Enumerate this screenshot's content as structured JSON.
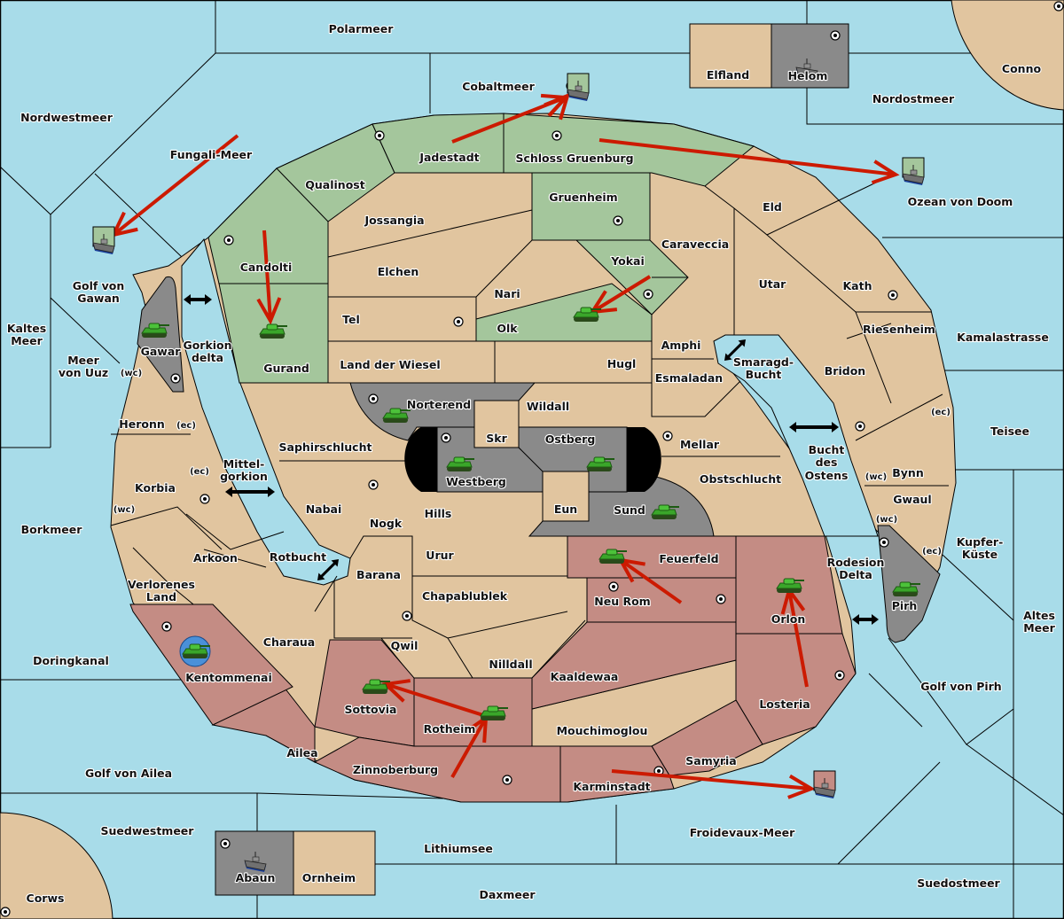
{
  "title": "Diplomacy variant map",
  "colors": {
    "sea": "#a8dce9",
    "neutral": "#e1c59f",
    "green_power": "#a4c69c",
    "red_power": "#c48c84",
    "gray_power": "#8a8a8a",
    "order_arrow": "#cc1a00",
    "dislodged_marker": "#4a90d9"
  },
  "seas": [
    {
      "name": "Polarmeer"
    },
    {
      "name": "Cobaltmeer"
    },
    {
      "name": "Nordwestmeer"
    },
    {
      "name": "Fungali-Meer"
    },
    {
      "name": "Nordostmeer"
    },
    {
      "name": "Ozean von Doom"
    },
    {
      "name": "Golf von Gawan"
    },
    {
      "name": "Kaltes Meer"
    },
    {
      "name": "Meer von Uuz"
    },
    {
      "name": "Gorkion delta"
    },
    {
      "name": "Mittel-gorkion"
    },
    {
      "name": "Borkmeer"
    },
    {
      "name": "Rotbucht"
    },
    {
      "name": "Doringkanal"
    },
    {
      "name": "Golf von Ailea"
    },
    {
      "name": "Suedwestmeer"
    },
    {
      "name": "Lithiumsee"
    },
    {
      "name": "Daxmeer"
    },
    {
      "name": "Froidevaux-Meer"
    },
    {
      "name": "Suedostmeer"
    },
    {
      "name": "Golf von Pirh"
    },
    {
      "name": "Altes Meer"
    },
    {
      "name": "Kupfer-Küste"
    },
    {
      "name": "Rodesion Delta"
    },
    {
      "name": "Teisee"
    },
    {
      "name": "Kamalastrasse"
    },
    {
      "name": "Bucht des Ostens"
    },
    {
      "name": "Smaragd-Bucht"
    }
  ],
  "labels": {
    "polarmeer": "Polarmeer",
    "cobaltmeer": "Cobaltmeer",
    "nordwestmeer": "Nordwestmeer",
    "fungali": "Fungali-Meer",
    "nordostmeer": "Nordostmeer",
    "ozean": "Ozean von Doom",
    "gawan1": "Golf von",
    "gawan2": "Gawan",
    "kaltes1": "Kaltes",
    "kaltes2": "Meer",
    "uuz1": "Meer",
    "uuz2": "von Uuz",
    "gorkion1": "Gorkion",
    "gorkion2": "delta",
    "mittel1": "Mittel-",
    "mittel2": "gorkion",
    "borkmeer": "Borkmeer",
    "rotbucht": "Rotbucht",
    "doringkanal": "Doringkanal",
    "ailea_golf": "Golf von Ailea",
    "suedwestmeer": "Suedwestmeer",
    "lithiumsee": "Lithiumsee",
    "daxmeer": "Daxmeer",
    "froidevaux": "Froidevaux-Meer",
    "suedostmeer": "Suedostmeer",
    "golf_pirh": "Golf von Pirh",
    "altes1": "Altes",
    "altes2": "Meer",
    "kupfer1": "Kupfer-",
    "kupfer2": "Küste",
    "rodesion1": "Rodesion",
    "rodesion2": "Delta",
    "teisee": "Teisee",
    "kamala": "Kamalastrasse",
    "bucht1": "Bucht",
    "bucht2": "des",
    "bucht3": "Ostens",
    "smaragd1": "Smaragd-",
    "smaragd2": "Bucht",
    "elfland": "Elfland",
    "helom": "Helom",
    "conno": "Conno",
    "corws": "Corws",
    "abaun": "Abaun",
    "ornheim": "Ornheim",
    "jadestadt": "Jadestadt",
    "schloss": "Schloss Gruenburg",
    "qualinost": "Qualinost",
    "candolti": "Candolti",
    "gurand": "Gurand",
    "gruenheim": "Gruenheim",
    "yokai": "Yokai",
    "olk": "Olk",
    "jossangia": "Jossangia",
    "elchen": "Elchen",
    "tel": "Tel",
    "nari": "Nari",
    "caraveccia": "Caraveccia",
    "eld": "Eld",
    "utar": "Utar",
    "kath": "Kath",
    "riesenheim": "Riesenheim",
    "bridon": "Bridon",
    "amphi": "Amphi",
    "esmaladan": "Esmaladan",
    "hugl": "Hugl",
    "wiesel": "Land der Wiesel",
    "norterend": "Norterend",
    "wildall": "Wildall",
    "skr": "Skr",
    "ostberg": "Ostberg",
    "westberg": "Westberg",
    "eun": "Eun",
    "sund": "Sund",
    "mellar": "Mellar",
    "obstschlucht": "Obstschlucht",
    "saphirschlucht": "Saphirschlucht",
    "nabai": "Nabai",
    "nogk": "Nogk",
    "hills": "Hills",
    "barana": "Barana",
    "urur": "Urur",
    "chapablublek": "Chapablublek",
    "qwil": "Qwil",
    "nilldall": "Nilldall",
    "feuerfeld": "Feuerfeld",
    "neurom": "Neu Rom",
    "orlon": "Orlon",
    "losteria": "Losteria",
    "kaaldewaa": "Kaaldewaa",
    "mouchimoglou": "Mouchimoglou",
    "samyria": "Samyria",
    "karminstadt": "Karminstadt",
    "rotheim": "Rotheim",
    "sottovia": "Sottovia",
    "zinnoberburg": "Zinnoberburg",
    "ailea": "Ailea",
    "kentommenai": "Kentommenai",
    "charaua": "Charaua",
    "verlorenes1": "Verlorenes",
    "verlorenes2": "Land",
    "arkoon": "Arkoon",
    "korbia": "Korbia",
    "heronn": "Heronn",
    "gawar": "Gawar",
    "pirh": "Pirh",
    "gwaul": "Gwaul",
    "bynn": "Bynn",
    "wc": "(wc)",
    "ec": "(ec)"
  },
  "units": [
    {
      "type": "fleet",
      "location": "Fungali-Meer (retreat)",
      "power": "green"
    },
    {
      "type": "fleet",
      "location": "Cobaltmeer",
      "power": "green"
    },
    {
      "type": "fleet",
      "location": "Ozean von Doom",
      "power": "green"
    },
    {
      "type": "fleet",
      "location": "Helom",
      "power": "gray"
    },
    {
      "type": "fleet",
      "location": "Abaun",
      "power": "gray"
    },
    {
      "type": "fleet",
      "location": "Froidevaux-Meer",
      "power": "red"
    },
    {
      "type": "army",
      "location": "Gurand",
      "power": "green"
    },
    {
      "type": "army",
      "location": "Olk",
      "power": "green"
    },
    {
      "type": "army",
      "location": "Gawar",
      "power": "gray"
    },
    {
      "type": "army",
      "location": "Norterend",
      "power": "gray"
    },
    {
      "type": "army",
      "location": "Westberg",
      "power": "gray"
    },
    {
      "type": "army",
      "location": "Ostberg",
      "power": "gray"
    },
    {
      "type": "army",
      "location": "Sund",
      "power": "gray"
    },
    {
      "type": "army",
      "location": "Pirh",
      "power": "gray"
    },
    {
      "type": "army",
      "location": "Feuerfeld",
      "power": "red"
    },
    {
      "type": "army",
      "location": "Orlon",
      "power": "red"
    },
    {
      "type": "army",
      "location": "Rotheim",
      "power": "red"
    },
    {
      "type": "army",
      "location": "Sottovia",
      "power": "red"
    },
    {
      "type": "army",
      "location": "Kentommenai",
      "power": "red",
      "dislodged": true
    }
  ],
  "orders": [
    "Jadestadt -> Cobaltmeer",
    "Schloss Gruenburg -> Ozean von Doom",
    "Fungali-Meer -> Golf von Gawan",
    "Candolti -> Gurand",
    "Yokai -> Olk",
    "Neu Rom -> Feuerfeld",
    "Losteria -> Orlon",
    "Zinnoberburg -> Rotheim",
    "Rotheim -> Sottovia",
    "Karminstadt -> Froidevaux-Meer"
  ]
}
